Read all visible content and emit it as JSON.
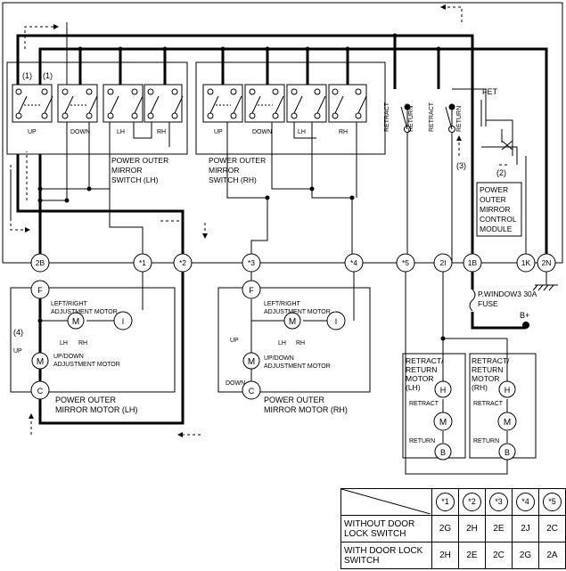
{
  "modules": {
    "switch_lh": [
      "POWER OUTER",
      "MIRROR",
      "SWITCH  (LH)"
    ],
    "switch_rh": [
      "POWER OUTER",
      "MIRROR",
      "SWITCH  (RH)"
    ],
    "control_module": [
      "POWER",
      "OUTER",
      "MIRROR",
      "CONTROL",
      "MODULE"
    ],
    "fet": "FET",
    "motor_lh": [
      "POWER OUTER",
      "MIRROR MOTOR (LH)"
    ],
    "motor_rh": [
      "POWER OUTER",
      "MIRROR MOTOR (RH)"
    ],
    "retract_motor_lh": [
      "RETRACT/",
      "RETURN",
      "MOTOR",
      "(LH)"
    ],
    "retract_motor_rh": [
      "RETRACT/",
      "RETURN",
      "MOTOR",
      "(RH)"
    ],
    "fuse": [
      "P.WINDOW3 30A",
      "FUSE"
    ],
    "battery": "B+"
  },
  "switch_labels": {
    "up": "UP",
    "down": "DOWN",
    "lh": "LH",
    "rh": "RH",
    "retract": "RETRACT",
    "return": "RETURN"
  },
  "motor_labels": {
    "lr_motor": [
      "LEFT/RIGHT",
      "ADJUSTMENT MOTOR"
    ],
    "ud_motor": [
      "UP/DOWN",
      "ADJUSTMENT MOTOR"
    ],
    "lh": "LH",
    "rh": "RH",
    "up": "UP",
    "down": "DOWN",
    "retract": "RETRACT",
    "return": "RETURN",
    "m": "M"
  },
  "terminals": [
    "2B",
    "*1",
    "*2",
    "*3",
    "*4",
    "*5",
    "2I",
    "1B",
    "1K",
    "2N"
  ],
  "motor_terminals": {
    "f": "F",
    "c": "C",
    "i": "I",
    "h": "H",
    "b": "B"
  },
  "flow_steps": [
    "(1)",
    "(1)",
    "(2)",
    "(3)",
    "(4)"
  ],
  "connector_table": {
    "columns": [
      "*1",
      "*2",
      "*3",
      "*4",
      "*5"
    ],
    "rows": [
      {
        "label": [
          "WITHOUT DOOR",
          "LOCK SWITCH"
        ],
        "values": [
          "2G",
          "2H",
          "2E",
          "2J",
          "2C"
        ]
      },
      {
        "label": [
          "WITH DOOR LOCK",
          "SWITCH"
        ],
        "values": [
          "2H",
          "2E",
          "2C",
          "2G",
          "2A"
        ]
      }
    ]
  }
}
